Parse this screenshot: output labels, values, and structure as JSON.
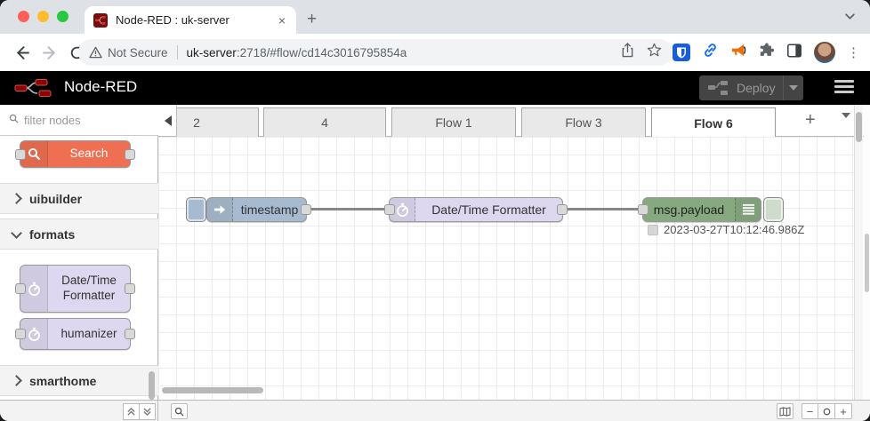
{
  "chrome": {
    "tab_title": "Node-RED : uk-server",
    "close_tab": "×",
    "new_tab": "+",
    "security_label": "Not Secure",
    "url_host": "uk-server",
    "url_rest": ":2718/#flow/cd14c3016795854a",
    "menu_dots": "⋮"
  },
  "header": {
    "app_title": "Node-RED",
    "deploy_label": "Deploy"
  },
  "palette": {
    "filter_placeholder": "filter nodes",
    "search_node_label": "Search",
    "categories": [
      {
        "label": "uibuilder",
        "collapsed": true
      },
      {
        "label": "formats",
        "collapsed": false
      },
      {
        "label": "smarthome",
        "collapsed": true
      }
    ],
    "format_nodes": {
      "datetime": "Date/Time Formatter",
      "humanizer": "humanizer"
    }
  },
  "tabbar": {
    "tabs": [
      {
        "label": "2"
      },
      {
        "label": "4"
      },
      {
        "label": "Flow 1"
      },
      {
        "label": "Flow 3"
      },
      {
        "label": "Flow 6",
        "active": true
      }
    ],
    "add_tab": "+"
  },
  "flow": {
    "inject_label": "timestamp",
    "formatter_label": "Date/Time Formatter",
    "debug_label": "msg.payload",
    "debug_status": "2023-03-27T10:12:46.986Z"
  },
  "zoom_controls": {
    "out": "−",
    "in": "+"
  },
  "colors": {
    "nr_header_bg": "#000000",
    "nr_red": "#8f0000",
    "inject_node": "#a6bbcf",
    "formatter_node": "#ddd7f0",
    "debug_node": "#87a980",
    "search_node": "#ee6f52",
    "deploy_button_bg": "#444444",
    "bitwarden_blue": "#175ddc",
    "link_blue": "#1a73e8",
    "megaphone_orange": "#e8710a"
  }
}
